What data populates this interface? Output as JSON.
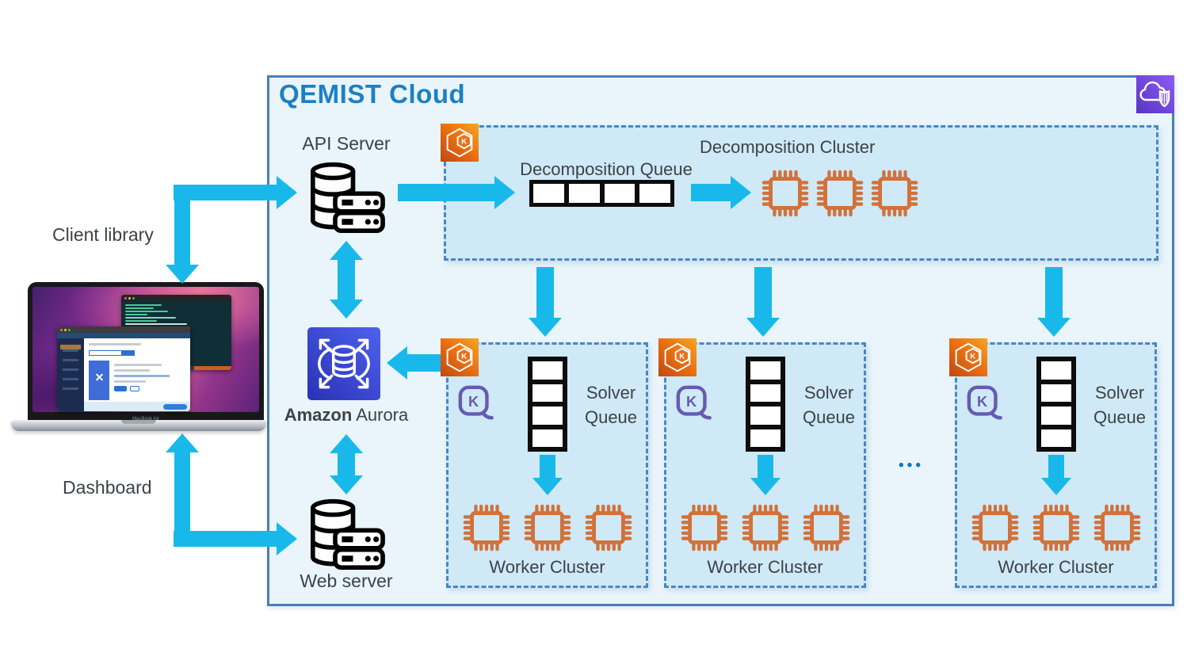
{
  "title": "QEMIST Cloud",
  "client": {
    "library_label": "Client library",
    "dashboard_label": "Dashboard",
    "device_label": "MacBook Air"
  },
  "nodes": {
    "api_server": "API Server",
    "web_server": "Web server",
    "database_brand": "Amazon",
    "database_name": "Aurora",
    "decomposition_queue": "Decomposition Queue",
    "decomposition_cluster": "Decomposition Cluster",
    "solver_queue": "Solver Queue",
    "worker_cluster": "Worker Cluster",
    "more_clusters": "•••"
  },
  "icons": {
    "eks_letter": "K",
    "keda_letter": "K"
  },
  "colors": {
    "arrow_cyan": "#18b9ea",
    "title_blue": "#1d7fc4",
    "outer_box_fill": "#e9f5fb",
    "outer_box_border": "#4a7fb5",
    "cluster_box_fill": "#cfe9f6",
    "cluster_box_border": "#4a86c2",
    "chip_orange": "#d2713a",
    "eks_orange": "#ec7211",
    "aurora_blue": "#3a47cf",
    "vpc_purple": "#7b49e0",
    "keda_purple": "#665bb1",
    "label_text": "#3c4247",
    "dots_blue": "#1479be"
  }
}
